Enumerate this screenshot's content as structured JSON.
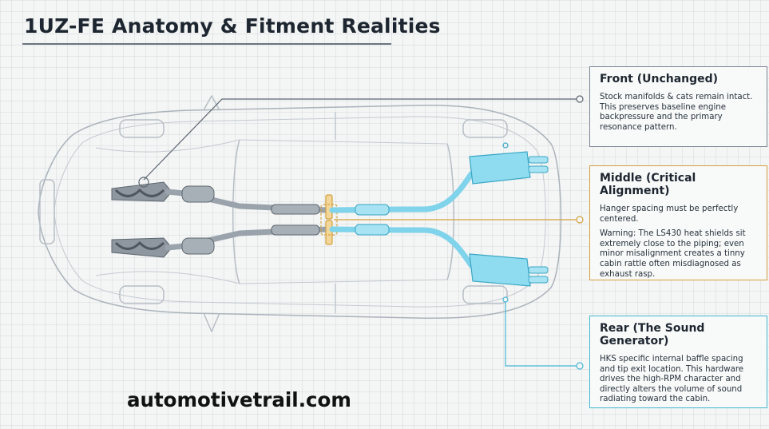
{
  "title": "1UZ-FE Anatomy & Fitment Realities",
  "callouts": {
    "front": {
      "heading": "Front (Unchanged)",
      "body": "Stock manifolds & cats remain intact. This preserves baseline engine backpressure and the primary resonance pattern."
    },
    "middle": {
      "heading": "Middle (Critical Alignment)",
      "body": "Hanger spacing must be perfectly centered.",
      "warning": "Warning: The LS430 heat shields sit extremely close to the piping; even minor misalignment creates a tinny cabin rattle often misdiagnosed as exhaust rasp."
    },
    "rear": {
      "heading": "Rear (The Sound Generator)",
      "body": "HKS specific internal baffle spacing and tip exit location. This hardware drives the high-RPM character and directly alters the volume of sound radiating toward the cabin."
    }
  },
  "watermark": "automotivetrail.com",
  "colors": {
    "front_accent": "#7b8794",
    "middle_accent": "#d3a13f",
    "rear_accent": "#45b7d3",
    "stock_pipe": "#9aa3ab",
    "aftermarket_pipe": "#7fd3ea"
  }
}
